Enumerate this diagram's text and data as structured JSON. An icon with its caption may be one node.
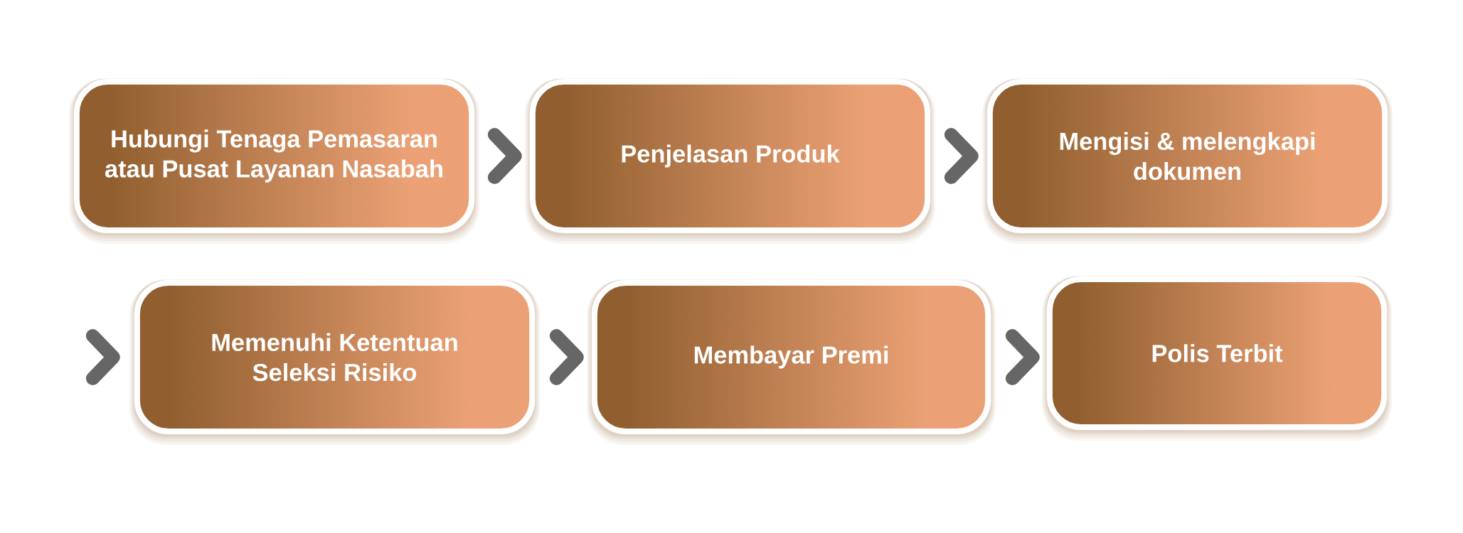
{
  "diagram": {
    "nodes": [
      {
        "text": [
          "Hubungi Tenaga Pemasaran atau Pusat Layanan Nasabah"
        ]
      },
      {
        "text": [
          "Penjelasan Produk"
        ]
      },
      {
        "text": [
          "Mengisi & melengkapi dokumen"
        ]
      },
      {
        "text": [
          "Memenuhi Ketentuan Seleksi Risiko"
        ]
      },
      {
        "text": [
          "Membayar Premi"
        ]
      },
      {
        "text": [
          "Polis Terbit"
        ]
      }
    ],
    "edges": [
      {
        "from": 0,
        "to": 1,
        "arrow": "to"
      },
      {
        "from": 1,
        "to": 2,
        "arrow": "to"
      },
      {
        "from": null,
        "to": 3,
        "arrow": "to"
      },
      {
        "from": 3,
        "to": 4,
        "arrow": "to"
      },
      {
        "from": 4,
        "to": 5,
        "arrow": "to"
      }
    ]
  }
}
